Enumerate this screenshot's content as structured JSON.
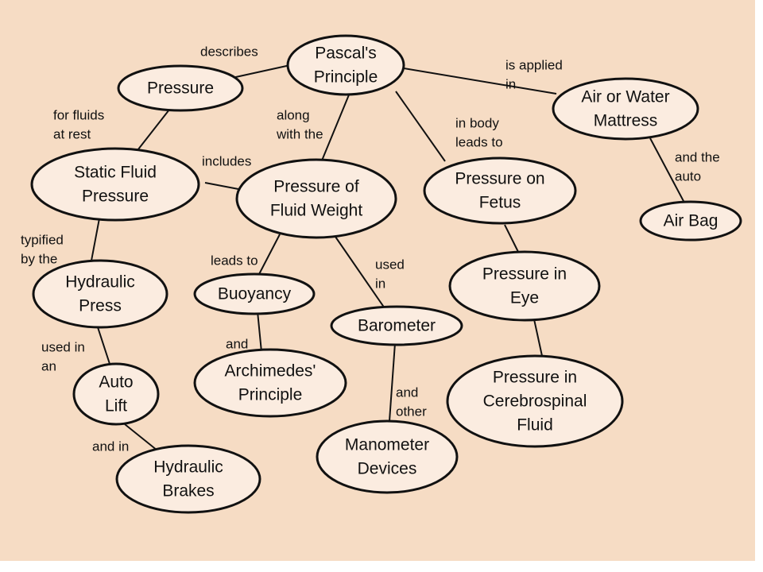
{
  "colors": {
    "background": "#f6dcc4",
    "node_fill": "#fbece0",
    "stroke": "#111111"
  },
  "nodes": {
    "pascals_principle": [
      "Pascal's",
      "Principle"
    ],
    "pressure": [
      "Pressure"
    ],
    "air_water_mattress": [
      "Air or Water",
      "Mattress"
    ],
    "static_fluid_pressure": [
      "Static Fluid",
      "Pressure"
    ],
    "pressure_fluid_weight": [
      "Pressure of",
      "Fluid Weight"
    ],
    "pressure_on_fetus": [
      "Pressure on",
      "Fetus"
    ],
    "air_bag": [
      "Air Bag"
    ],
    "hydraulic_press": [
      "Hydraulic",
      "Press"
    ],
    "buoyancy": [
      "Buoyancy"
    ],
    "pressure_in_eye": [
      "Pressure in",
      "Eye"
    ],
    "barometer": [
      "Barometer"
    ],
    "auto_lift": [
      "Auto",
      "Lift"
    ],
    "archimedes_principle": [
      "Archimedes'",
      "Principle"
    ],
    "pressure_csf": [
      "Pressure in",
      "Cerebrospinal",
      "Fluid"
    ],
    "manometer_devices": [
      "Manometer",
      "Devices"
    ],
    "hydraulic_brakes": [
      "Hydraulic",
      "Brakes"
    ]
  },
  "links": {
    "describes": [
      "describes"
    ],
    "is_applied_in": [
      "is applied",
      "in"
    ],
    "for_fluids_at_rest": [
      "for fluids",
      "at rest"
    ],
    "along_with_the": [
      "along",
      "with the"
    ],
    "in_body_leads_to": [
      "in body",
      "leads to"
    ],
    "includes": [
      "includes"
    ],
    "and_the_auto": [
      "and the",
      "auto"
    ],
    "typified_by_the": [
      "typified",
      "by the"
    ],
    "leads_to": [
      "leads to"
    ],
    "used_in": [
      "used",
      "in"
    ],
    "used_in_an": [
      "used in",
      "an"
    ],
    "and": [
      "and"
    ],
    "and_other": [
      "and",
      "other"
    ],
    "and_in": [
      "and in"
    ]
  }
}
